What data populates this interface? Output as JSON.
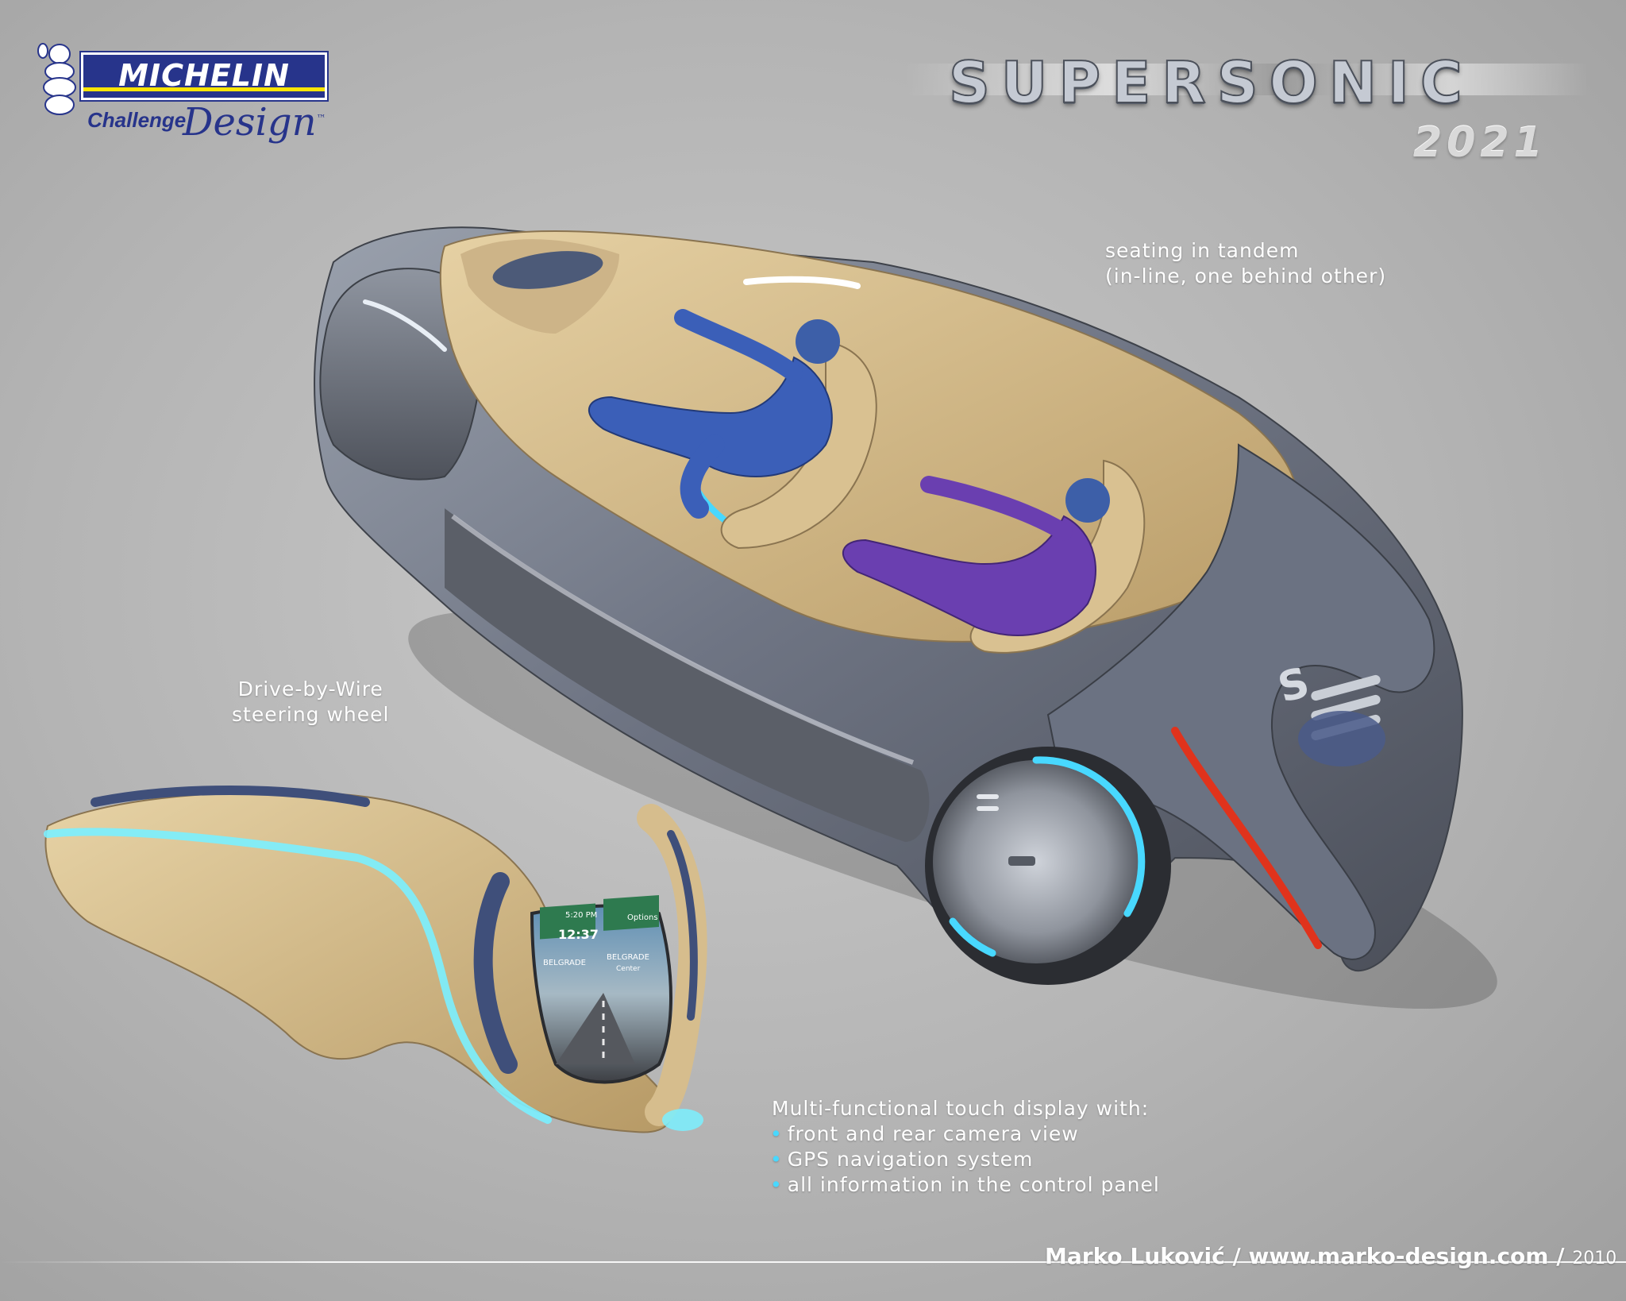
{
  "logo": {
    "brand": "MICHELIN",
    "challenge": "Challenge",
    "design": "Design",
    "mark": "™"
  },
  "title": "SUPERSONIC",
  "year": "2021",
  "annotations": {
    "tandem_line1": "seating in tandem",
    "tandem_line2": "(in-line, one behind other)",
    "steer_line1": "Drive-by-Wire",
    "steer_line2": "steering wheel",
    "display_heading": "Multi-functional touch display with:",
    "display_items": [
      "front and rear camera view",
      "GPS navigation system",
      "all information in the control panel"
    ]
  },
  "screen": {
    "time_small": "5:20 PM",
    "clock": "12:37",
    "option": "Options",
    "sign1": "BELGRADE",
    "sign2": "BELGRADE",
    "sign2_sub": "Center"
  },
  "footer": {
    "author": "Marko Luković",
    "sep1": " / ",
    "site": "www.marko-design.com",
    "sep2": " / ",
    "year": "2010"
  },
  "colors": {
    "accent_glow": "#48d8ff",
    "michelin_blue": "#27348b",
    "michelin_yellow": "#fce500",
    "interior": "#d8bf8f",
    "body": "#7e8798",
    "passenger_front": "#3b5fb8",
    "passenger_rear": "#6a3fb0",
    "taillight": "#e0331c"
  }
}
